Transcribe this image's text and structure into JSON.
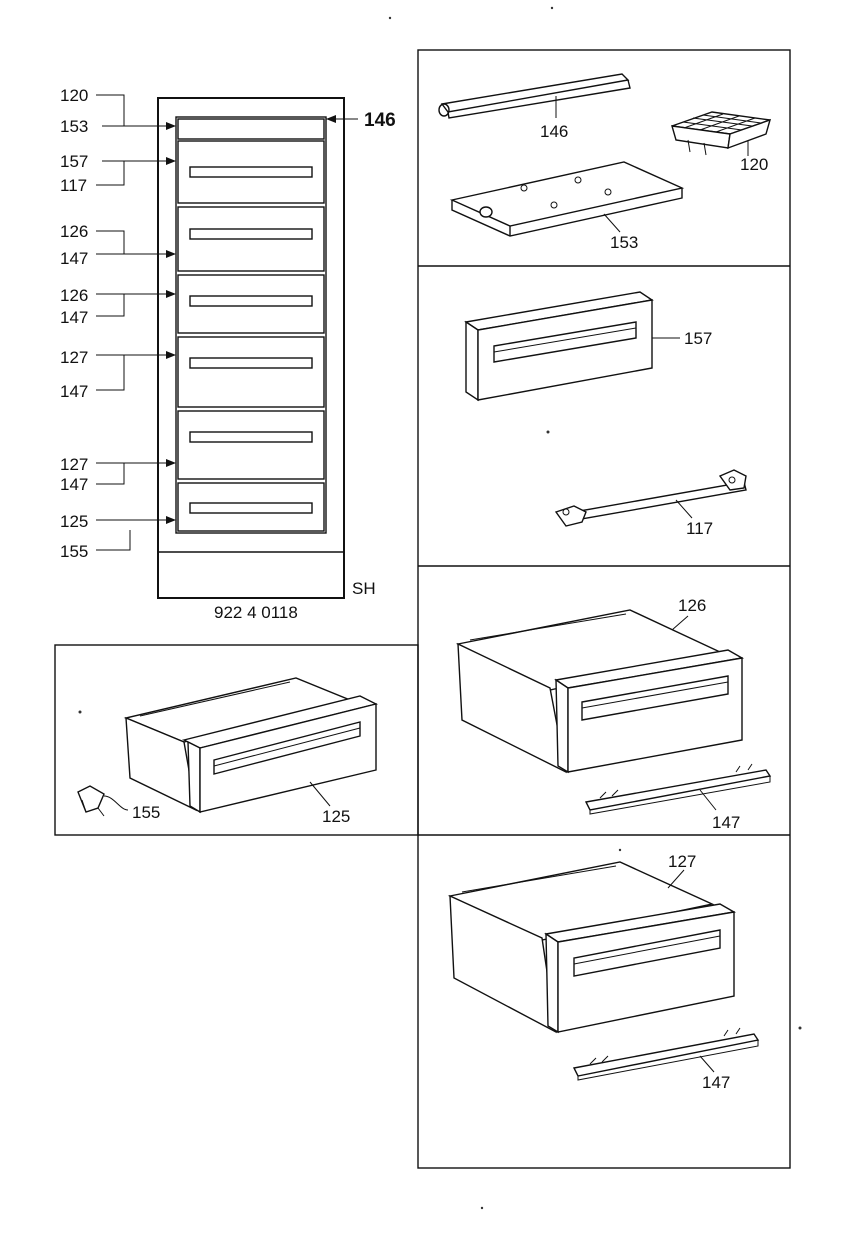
{
  "diagram": {
    "doc_code": "922 4 0118",
    "model_tag": "SH",
    "cabinet_callouts": {
      "c120": "120",
      "c153": "153",
      "c146": "146",
      "c157": "157",
      "c117": "117",
      "c126a": "126",
      "c147a": "147",
      "c126b": "126",
      "c147b": "147",
      "c127a": "127",
      "c147c": "147",
      "c127b": "127",
      "c147d": "147",
      "c125": "125",
      "c155": "155"
    },
    "panels": {
      "p1": {
        "rail": "146",
        "ice_tray": "120",
        "plate": "153"
      },
      "p2": {
        "front": "157",
        "bracket": "117"
      },
      "p3": {
        "drawer": "125",
        "clip": "155"
      },
      "p4": {
        "drawer": "126",
        "rail": "147"
      },
      "p5": {
        "drawer": "127",
        "rail": "147"
      }
    }
  }
}
